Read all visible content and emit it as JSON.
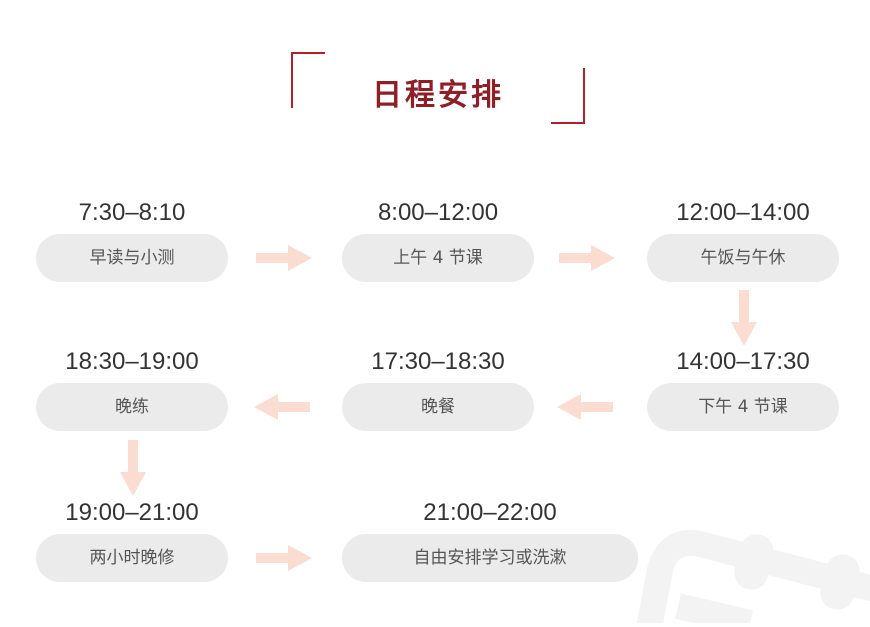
{
  "title": "日程安排",
  "colors": {
    "title": "#8e1f26",
    "bracket": "#b3202a",
    "pill_bg": "#ebebeb",
    "arrow": "#fadcd0",
    "time_text": "#333333",
    "pill_text": "#555555"
  },
  "schedule": [
    {
      "time": "7:30–8:10",
      "activity": "早读与小测"
    },
    {
      "time": "8:00–12:00",
      "activity": "上午 4 节课"
    },
    {
      "time": "12:00–14:00",
      "activity": "午饭与午休"
    },
    {
      "time": "14:00–17:30",
      "activity": "下午 4 节课"
    },
    {
      "time": "17:30–18:30",
      "activity": "晚餐"
    },
    {
      "time": "18:30–19:00",
      "activity": "晚练"
    },
    {
      "time": "19:00–21:00",
      "activity": "两小时晚修"
    },
    {
      "time": "21:00–22:00",
      "activity": "自由安排学习或洗漱"
    }
  ],
  "arrows": [
    {
      "from": 0,
      "to": 1,
      "direction": "right-arrow"
    },
    {
      "from": 1,
      "to": 2,
      "direction": "right-arrow"
    },
    {
      "from": 2,
      "to": 3,
      "direction": "down-arrow"
    },
    {
      "from": 3,
      "to": 4,
      "direction": "left-arrow"
    },
    {
      "from": 4,
      "to": 5,
      "direction": "left-arrow"
    },
    {
      "from": 5,
      "to": 6,
      "direction": "down-arrow"
    },
    {
      "from": 6,
      "to": 7,
      "direction": "right-arrow"
    }
  ]
}
